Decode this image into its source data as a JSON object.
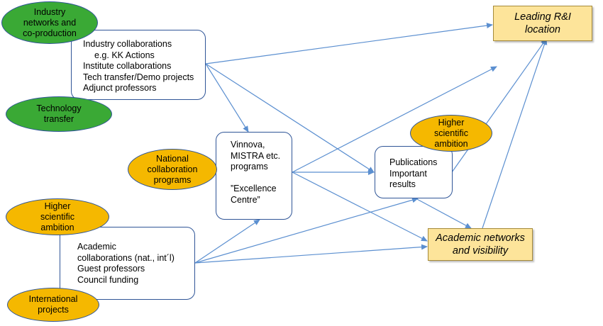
{
  "colors": {
    "arrow": "#5b8fd0",
    "border": "#2f5597",
    "green_fill": "#3aa935",
    "gold_fill": "#f5b800",
    "target_fill": "#fde49a"
  },
  "ellipses": {
    "industry_networks": [
      "Industry",
      "networks and",
      "co-production"
    ],
    "technology_transfer": [
      "Technology",
      "transfer"
    ],
    "national_collaboration": [
      "National",
      "collaboration",
      "programs"
    ],
    "higher_ambition_left": [
      "Higher",
      "scientific",
      "ambition"
    ],
    "international_projects": [
      "International",
      "projects"
    ],
    "higher_ambition_right": [
      "Higher",
      "scientific",
      "ambition"
    ]
  },
  "boxes": {
    "industry": [
      "Industry collaborations",
      "e.g. KK Actions",
      "Institute collaborations",
      "Tech transfer/Demo projects",
      "Adjunct professors"
    ],
    "vinnova": [
      "Vinnova,",
      "MISTRA etc.",
      "programs",
      "",
      "”Excellence",
      "Centre”"
    ],
    "academic": [
      "Academic",
      "collaborations (nat., int´l)",
      "Guest professors",
      "Council funding"
    ],
    "publications": [
      "Publications",
      "Important",
      "results"
    ]
  },
  "targets": {
    "leading": [
      "Leading R&I",
      "location"
    ],
    "academic_networks": [
      "Academic networks",
      "and visibility"
    ]
  }
}
